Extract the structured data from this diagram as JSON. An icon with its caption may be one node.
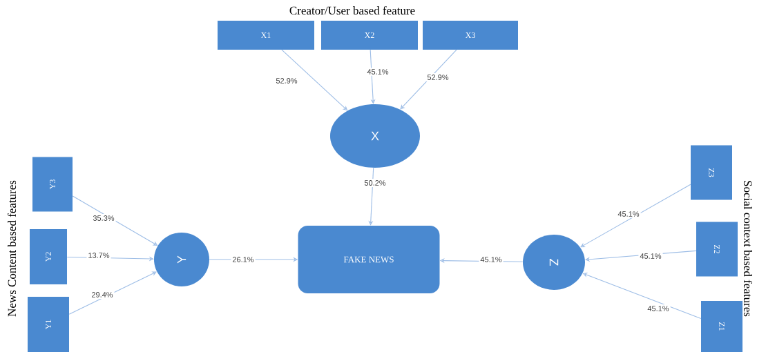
{
  "diagram": {
    "title": "Creator/User based feature",
    "nodes": [
      {
        "text": [
          "X1"
        ]
      },
      {
        "text": [
          "X2"
        ]
      },
      {
        "text": [
          "X3"
        ]
      },
      {
        "text": [
          "X"
        ]
      },
      {
        "text": [
          "Y3"
        ]
      },
      {
        "text": [
          "Y2"
        ]
      },
      {
        "text": [
          "Y1"
        ]
      },
      {
        "text": [
          "Y"
        ]
      },
      {
        "text": [
          "FAKE NEWS"
        ]
      },
      {
        "text": [
          "Z"
        ]
      },
      {
        "text": [
          "Z3"
        ]
      },
      {
        "text": [
          "Z2"
        ]
      },
      {
        "text": [
          "Z1"
        ]
      }
    ],
    "edges": [
      {
        "from": 0,
        "to": 3,
        "arrow": "to",
        "label": "52.9%"
      },
      {
        "from": 1,
        "to": 3,
        "arrow": "to",
        "label": "45.1%"
      },
      {
        "from": 2,
        "to": 3,
        "arrow": "to",
        "label": "52.9%"
      },
      {
        "from": 3,
        "to": 8,
        "arrow": "to",
        "label": "50.2%"
      },
      {
        "from": 4,
        "to": 7,
        "arrow": "to",
        "label": "35.3%"
      },
      {
        "from": 5,
        "to": 7,
        "arrow": "to",
        "label": "13.7%"
      },
      {
        "from": 6,
        "to": 7,
        "arrow": "to",
        "label": "29.4%"
      },
      {
        "from": 7,
        "to": 8,
        "arrow": "to",
        "label": "26.1%"
      },
      {
        "from": 10,
        "to": 9,
        "arrow": "to",
        "label": "45.1%"
      },
      {
        "from": 11,
        "to": 9,
        "arrow": "to",
        "label": "45.1%"
      },
      {
        "from": 12,
        "to": 9,
        "arrow": "to",
        "label": "45.1%"
      },
      {
        "from": 9,
        "to": 8,
        "arrow": "to",
        "label": "45.1%"
      }
    ],
    "labels": [
      "News Content based features",
      "Social context based features"
    ]
  }
}
